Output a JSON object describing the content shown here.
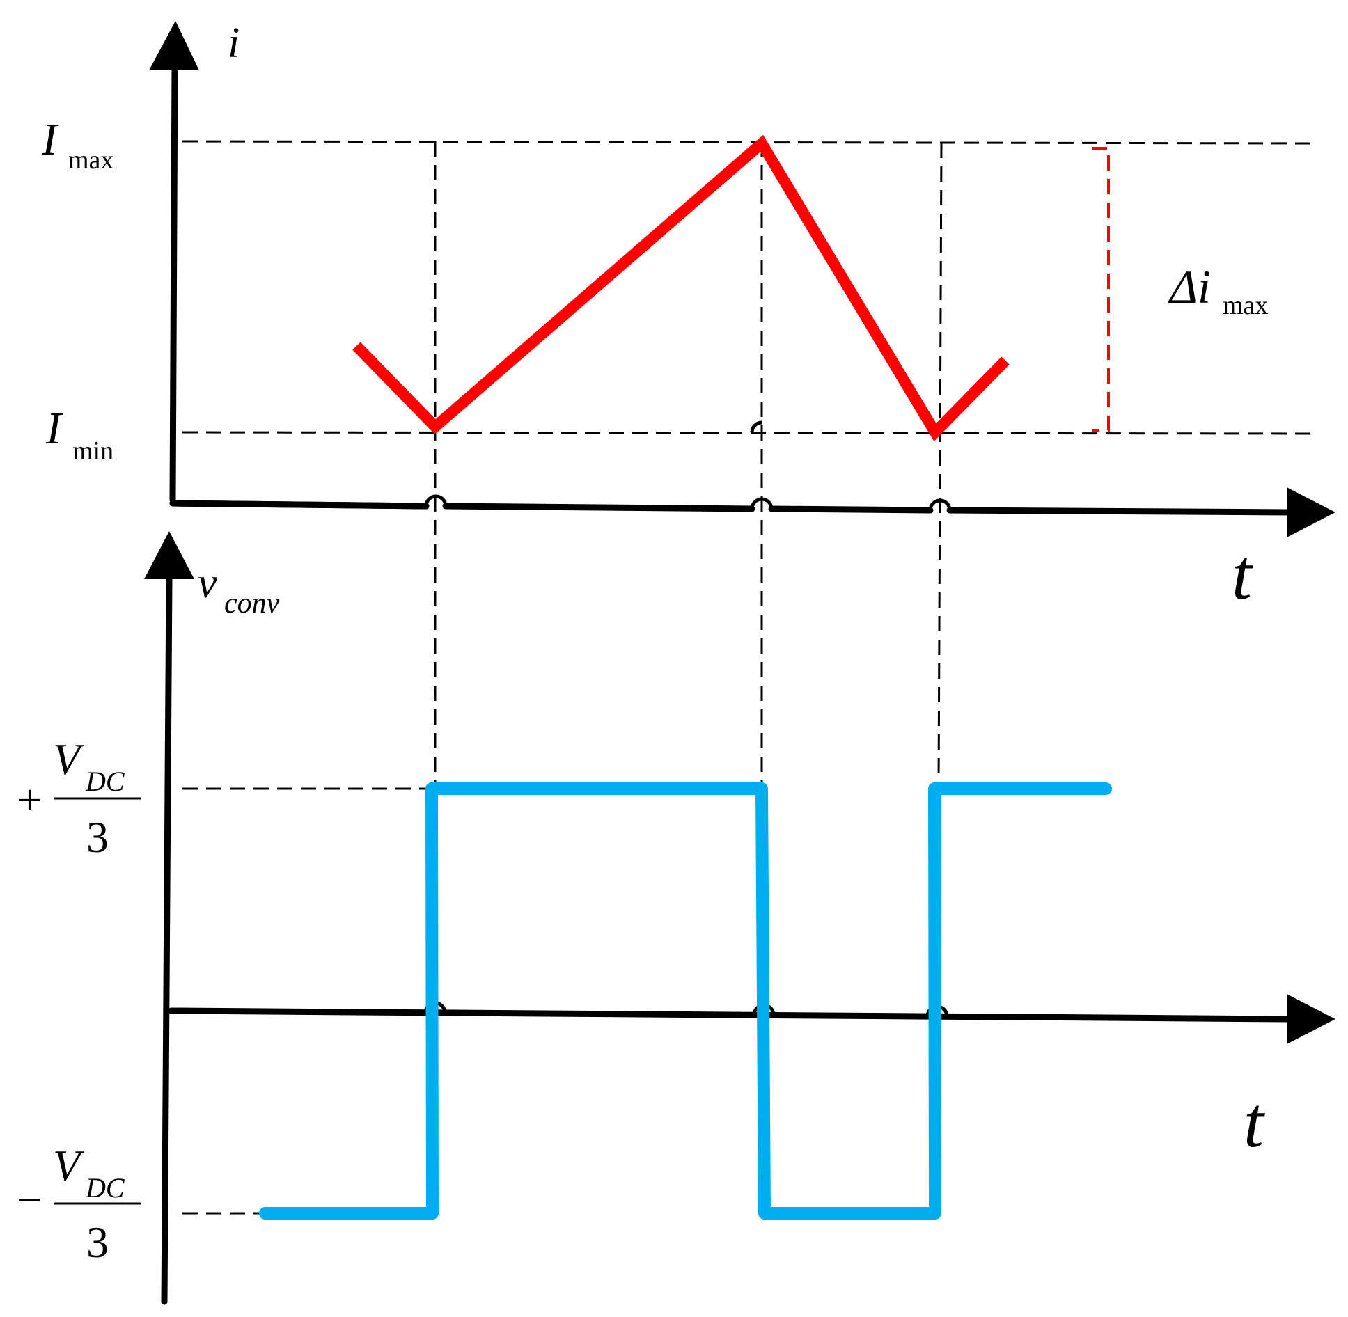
{
  "labels": {
    "current_axis": "i",
    "voltage_axis_main": "v",
    "voltage_axis_sub": "conv",
    "time_axis_top": "t",
    "time_axis_bottom": "t",
    "imax_main": "I",
    "imax_sub": "max",
    "imin_main": "I",
    "imin_sub": "min",
    "delta_main": "Δi",
    "delta_sub": "max",
    "vpos_sign": "+",
    "vpos_num_main": "V",
    "vpos_num_sub": "DC",
    "vpos_den": "3",
    "vneg_sign": "−",
    "vneg_num_main": "V",
    "vneg_num_sub": "DC",
    "vneg_den": "3"
  },
  "colors": {
    "current": "#ff0000",
    "voltage": "#00aeef",
    "band": "#ff0000",
    "axes": "#000000"
  }
}
